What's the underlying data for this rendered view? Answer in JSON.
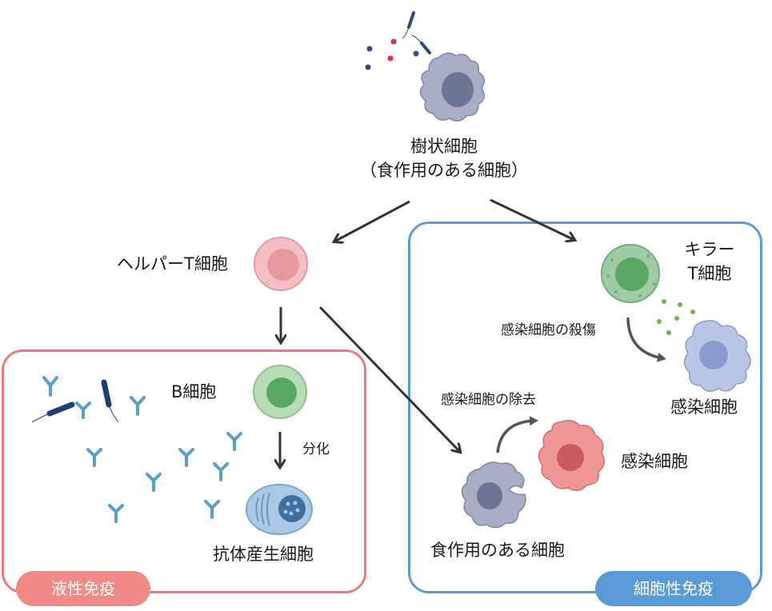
{
  "title": {
    "line1": "樹状細胞",
    "line2": "（食作用のある細胞）"
  },
  "helper": {
    "label": "ヘルパーT細胞"
  },
  "killer": {
    "line1": "キラー",
    "line2": "T細胞"
  },
  "humoral": {
    "tag": "液性免疫",
    "b_cell": "B細胞",
    "differentiation": "分化",
    "plasma_cell": "抗体産生細胞"
  },
  "cellular": {
    "tag": "細胞性免疫",
    "kill_label": "感染細胞の殺傷",
    "infected_top": "感染細胞",
    "remove_label": "感染細胞の除去",
    "infected_mid": "感染細胞",
    "phagocyte": "食作用のある細胞"
  },
  "colors": {
    "humoral_border": "#e87b7b",
    "humoral_tag": "#ef8a86",
    "cellular_border": "#5b9bd5",
    "cellular_tag": "#5b9bd5",
    "arrow": "#333333"
  }
}
